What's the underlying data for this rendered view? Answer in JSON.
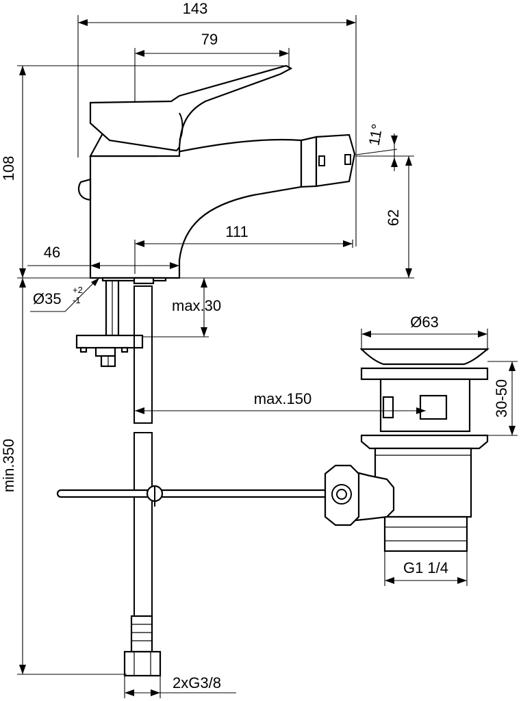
{
  "dimensions": {
    "overall_width": "143",
    "lever_offset": "79",
    "height": "108",
    "spout_angle": "11°",
    "spout_height": "62",
    "spout_reach": "111",
    "base_offset": "46",
    "hole_diameter": "Ø35",
    "hole_tol_plus": "+2",
    "hole_tol_minus": "-1",
    "max_deck": "max.30",
    "max_rod": "max.150",
    "waste_diameter": "Ø63",
    "waste_range": "30-50",
    "hose_length": "min.350",
    "waste_thread": "G1 1/4",
    "hose_thread": "2xG3/8"
  }
}
